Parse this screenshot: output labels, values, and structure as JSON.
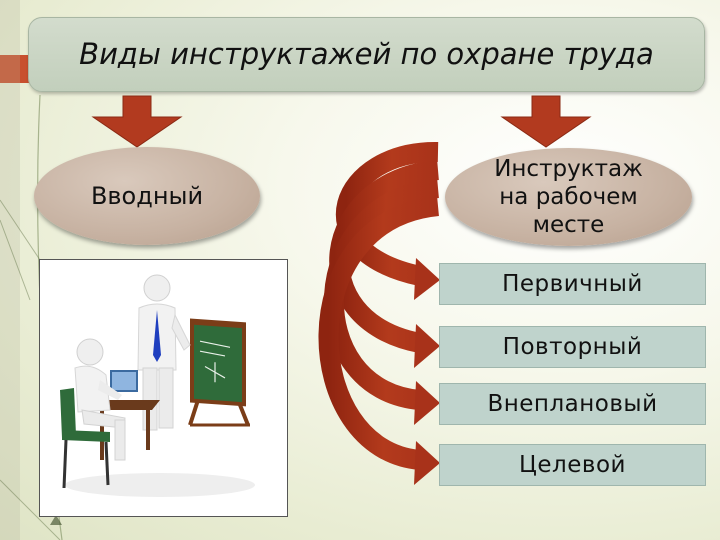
{
  "title": "Виды инструктажей  по охране труда",
  "left_node": "Вводный",
  "right_node": "Инструктаж на рабочем месте",
  "subtypes": [
    "Первичный",
    "Повторный",
    "Внеплановый",
    "Целевой"
  ],
  "colors": {
    "arrow_red": "#a83218",
    "oval": "#c9b5a5",
    "title_box": "#c8d3c3",
    "sub_box": "#bfd3cc",
    "accent_orange": "#c8502e"
  },
  "illustration": "training-illustration"
}
